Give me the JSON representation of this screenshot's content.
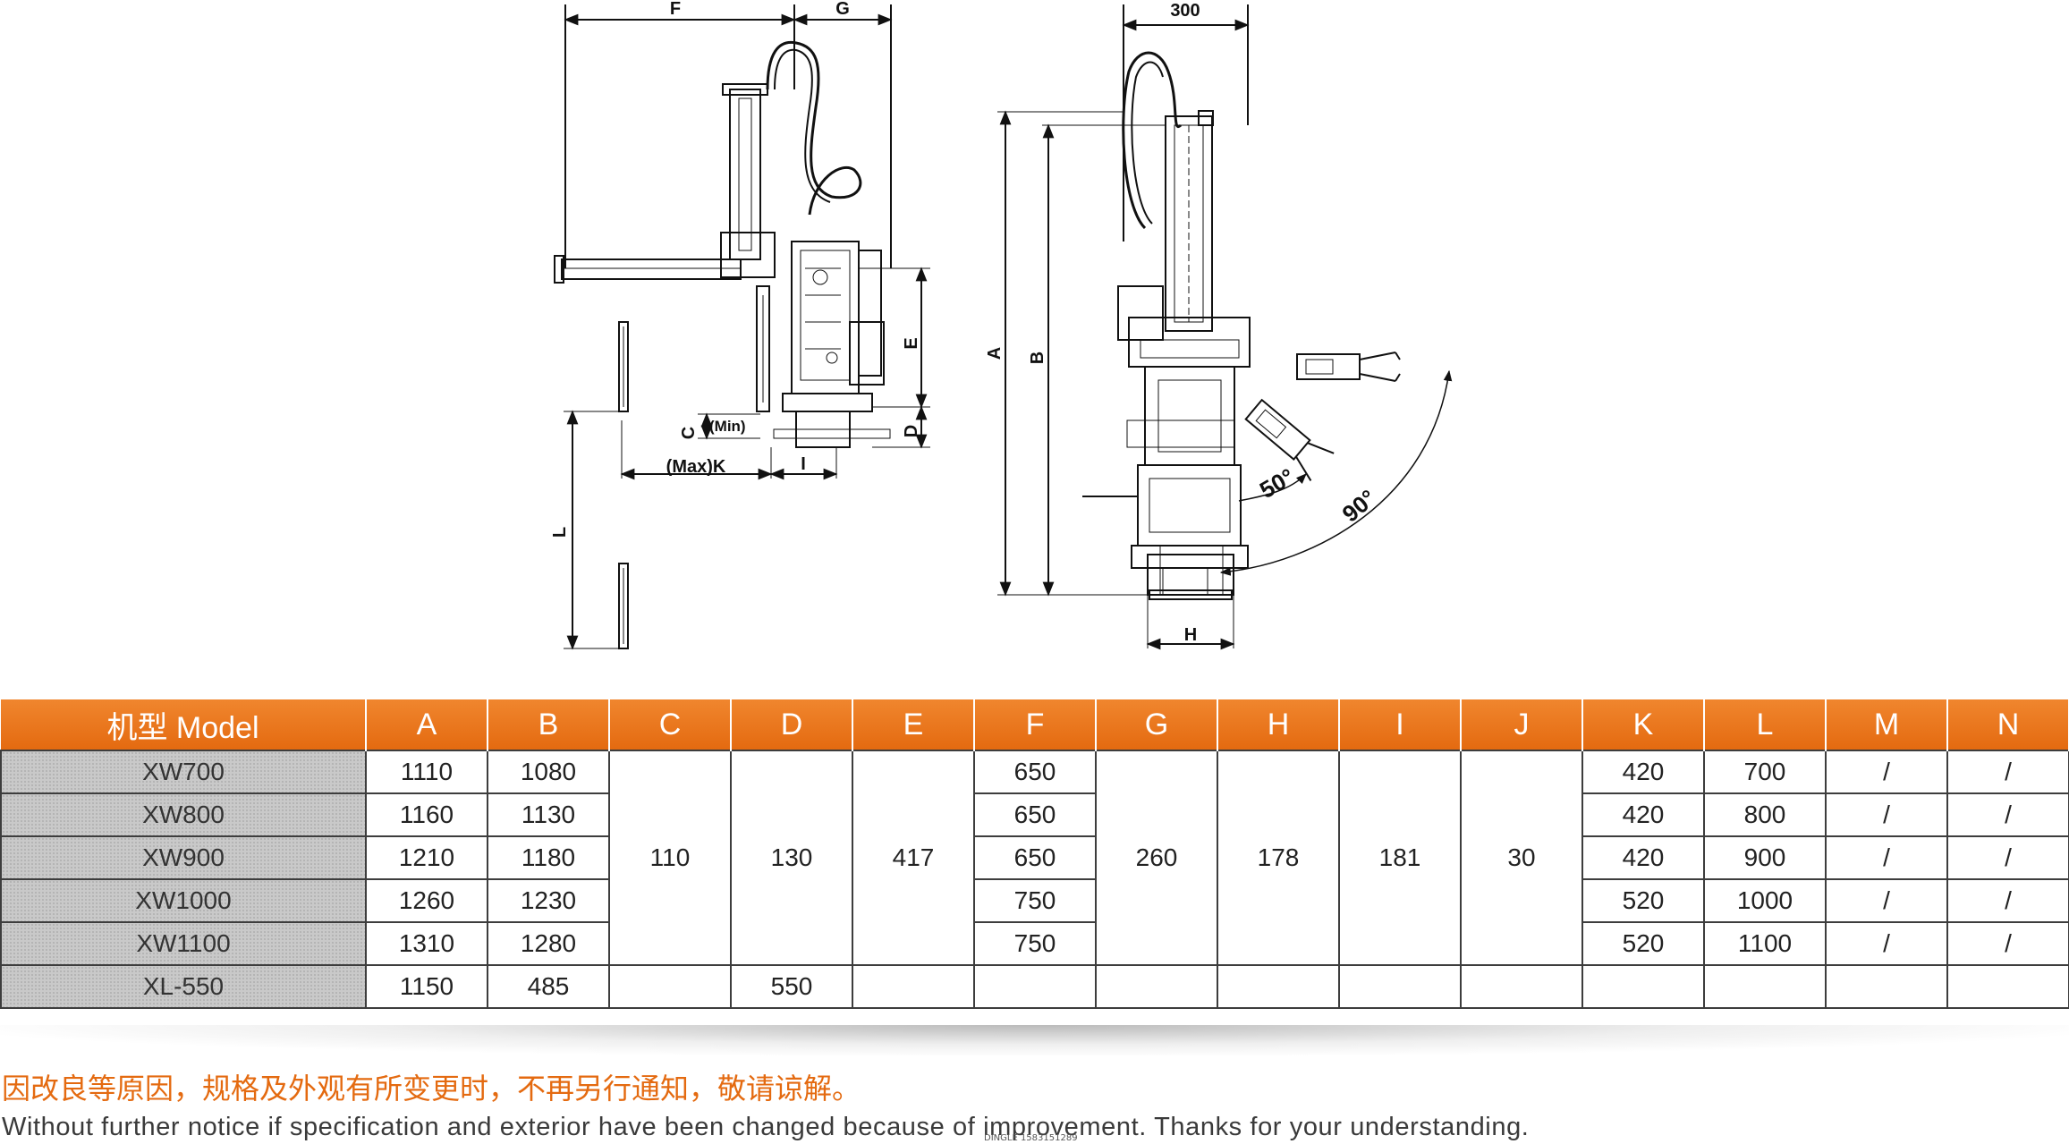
{
  "drawing": {
    "dimensions": {
      "F": "F",
      "G": "G",
      "E": "E",
      "D": "D",
      "C": "C",
      "min": "(Min)",
      "I": "I",
      "maxK": "(Max)K",
      "L": "L",
      "w300": "300",
      "A": "A",
      "B": "B",
      "H": "H",
      "angle50": "50°",
      "angle90": "90°"
    }
  },
  "table": {
    "headers": [
      "机型 Model",
      "A",
      "B",
      "C",
      "D",
      "E",
      "F",
      "G",
      "H",
      "I",
      "J",
      "K",
      "L",
      "M",
      "N"
    ],
    "rows": [
      {
        "model": "XW700",
        "A": "1110",
        "B": "1080",
        "F": "650",
        "K": "420",
        "L": "700",
        "M": "/",
        "N": "/"
      },
      {
        "model": "XW800",
        "A": "1160",
        "B": "1130",
        "F": "650",
        "K": "420",
        "L": "800",
        "M": "/",
        "N": "/"
      },
      {
        "model": "XW900",
        "A": "1210",
        "B": "1180",
        "F": "650",
        "K": "420",
        "L": "900",
        "M": "/",
        "N": "/"
      },
      {
        "model": "XW1000",
        "A": "1260",
        "B": "1230",
        "F": "750",
        "K": "520",
        "L": "1000",
        "M": "/",
        "N": "/"
      },
      {
        "model": "XW1100",
        "A": "1310",
        "B": "1280",
        "F": "750",
        "K": "520",
        "L": "1100",
        "M": "/",
        "N": "/"
      }
    ],
    "merged_xw": {
      "C": "110",
      "D": "130",
      "E": "417",
      "G": "260",
      "H": "178",
      "I": "181",
      "J": "30"
    },
    "xl_row": {
      "model": "XL-550",
      "A": "1150",
      "B": "485",
      "C": "",
      "D": "550",
      "E": "",
      "F": "",
      "G": "",
      "H": "",
      "I": "",
      "J": "",
      "K": "",
      "L": "",
      "M": "",
      "N": ""
    }
  },
  "notice": {
    "cn": "因改良等原因，规格及外观有所变更时，不再另行通知，敬请谅解。",
    "en": "Without further notice if specification and exterior have been changed because of improvement. Thanks for your understanding."
  },
  "watermark": "DINGLE 1583151289",
  "colors": {
    "header_orange": "#e46a10",
    "border": "#3d3d3d",
    "model_cell_gray": "#c9c9c9"
  }
}
